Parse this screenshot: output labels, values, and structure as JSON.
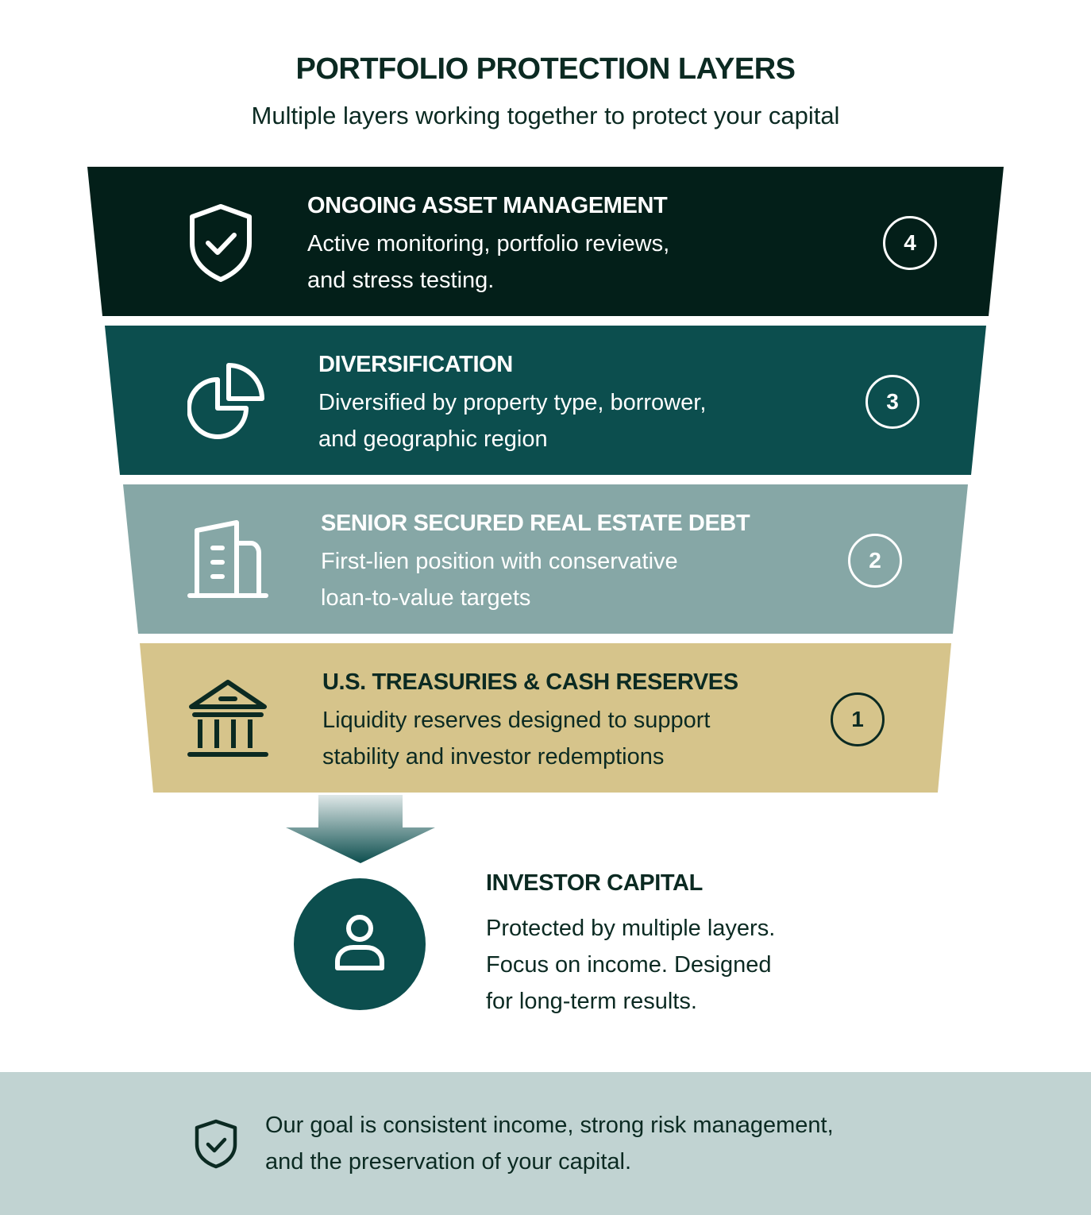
{
  "header": {
    "title": "PORTFOLIO PROTECTION LAYERS",
    "subtitle": "Multiple layers working together to protect your capital"
  },
  "layers": [
    {
      "title": "ONGOING ASSET MANAGEMENT",
      "line1": "Active monitoring, portfolio reviews,",
      "line2": "and stress testing.",
      "number": "4",
      "icon": "shield-check-icon",
      "color": "#031f19"
    },
    {
      "title": "DIVERSIFICATION",
      "line1": "Diversified by property type, borrower,",
      "line2": "and geographic region",
      "number": "3",
      "icon": "pie-chart-icon",
      "color": "#0c4e4e"
    },
    {
      "title": "SENIOR SECURED REAL ESTATE DEBT",
      "line1": "First-lien position with conservative",
      "line2": "loan-to-value targets",
      "number": "2",
      "icon": "building-icon",
      "color": "#86a7a6"
    },
    {
      "title": "U.S. TREASURIES & CASH RESERVES",
      "line1": "Liquidity reserves designed to support",
      "line2": "stability and investor redemptions",
      "number": "1",
      "icon": "bank-icon",
      "color": "#d6c48b"
    }
  ],
  "capital": {
    "title": "INVESTOR CAPITAL",
    "line1": "Protected by multiple layers.",
    "line2": "Focus on income. Designed",
    "line3": "for long-term results.",
    "icon": "person-icon",
    "color": "#0c4e4e"
  },
  "footer": {
    "line1": "Our goal is consistent income, strong risk management,",
    "line2": "and the preservation of your capital.",
    "icon": "shield-check-icon",
    "background": "#c1d3d2"
  }
}
